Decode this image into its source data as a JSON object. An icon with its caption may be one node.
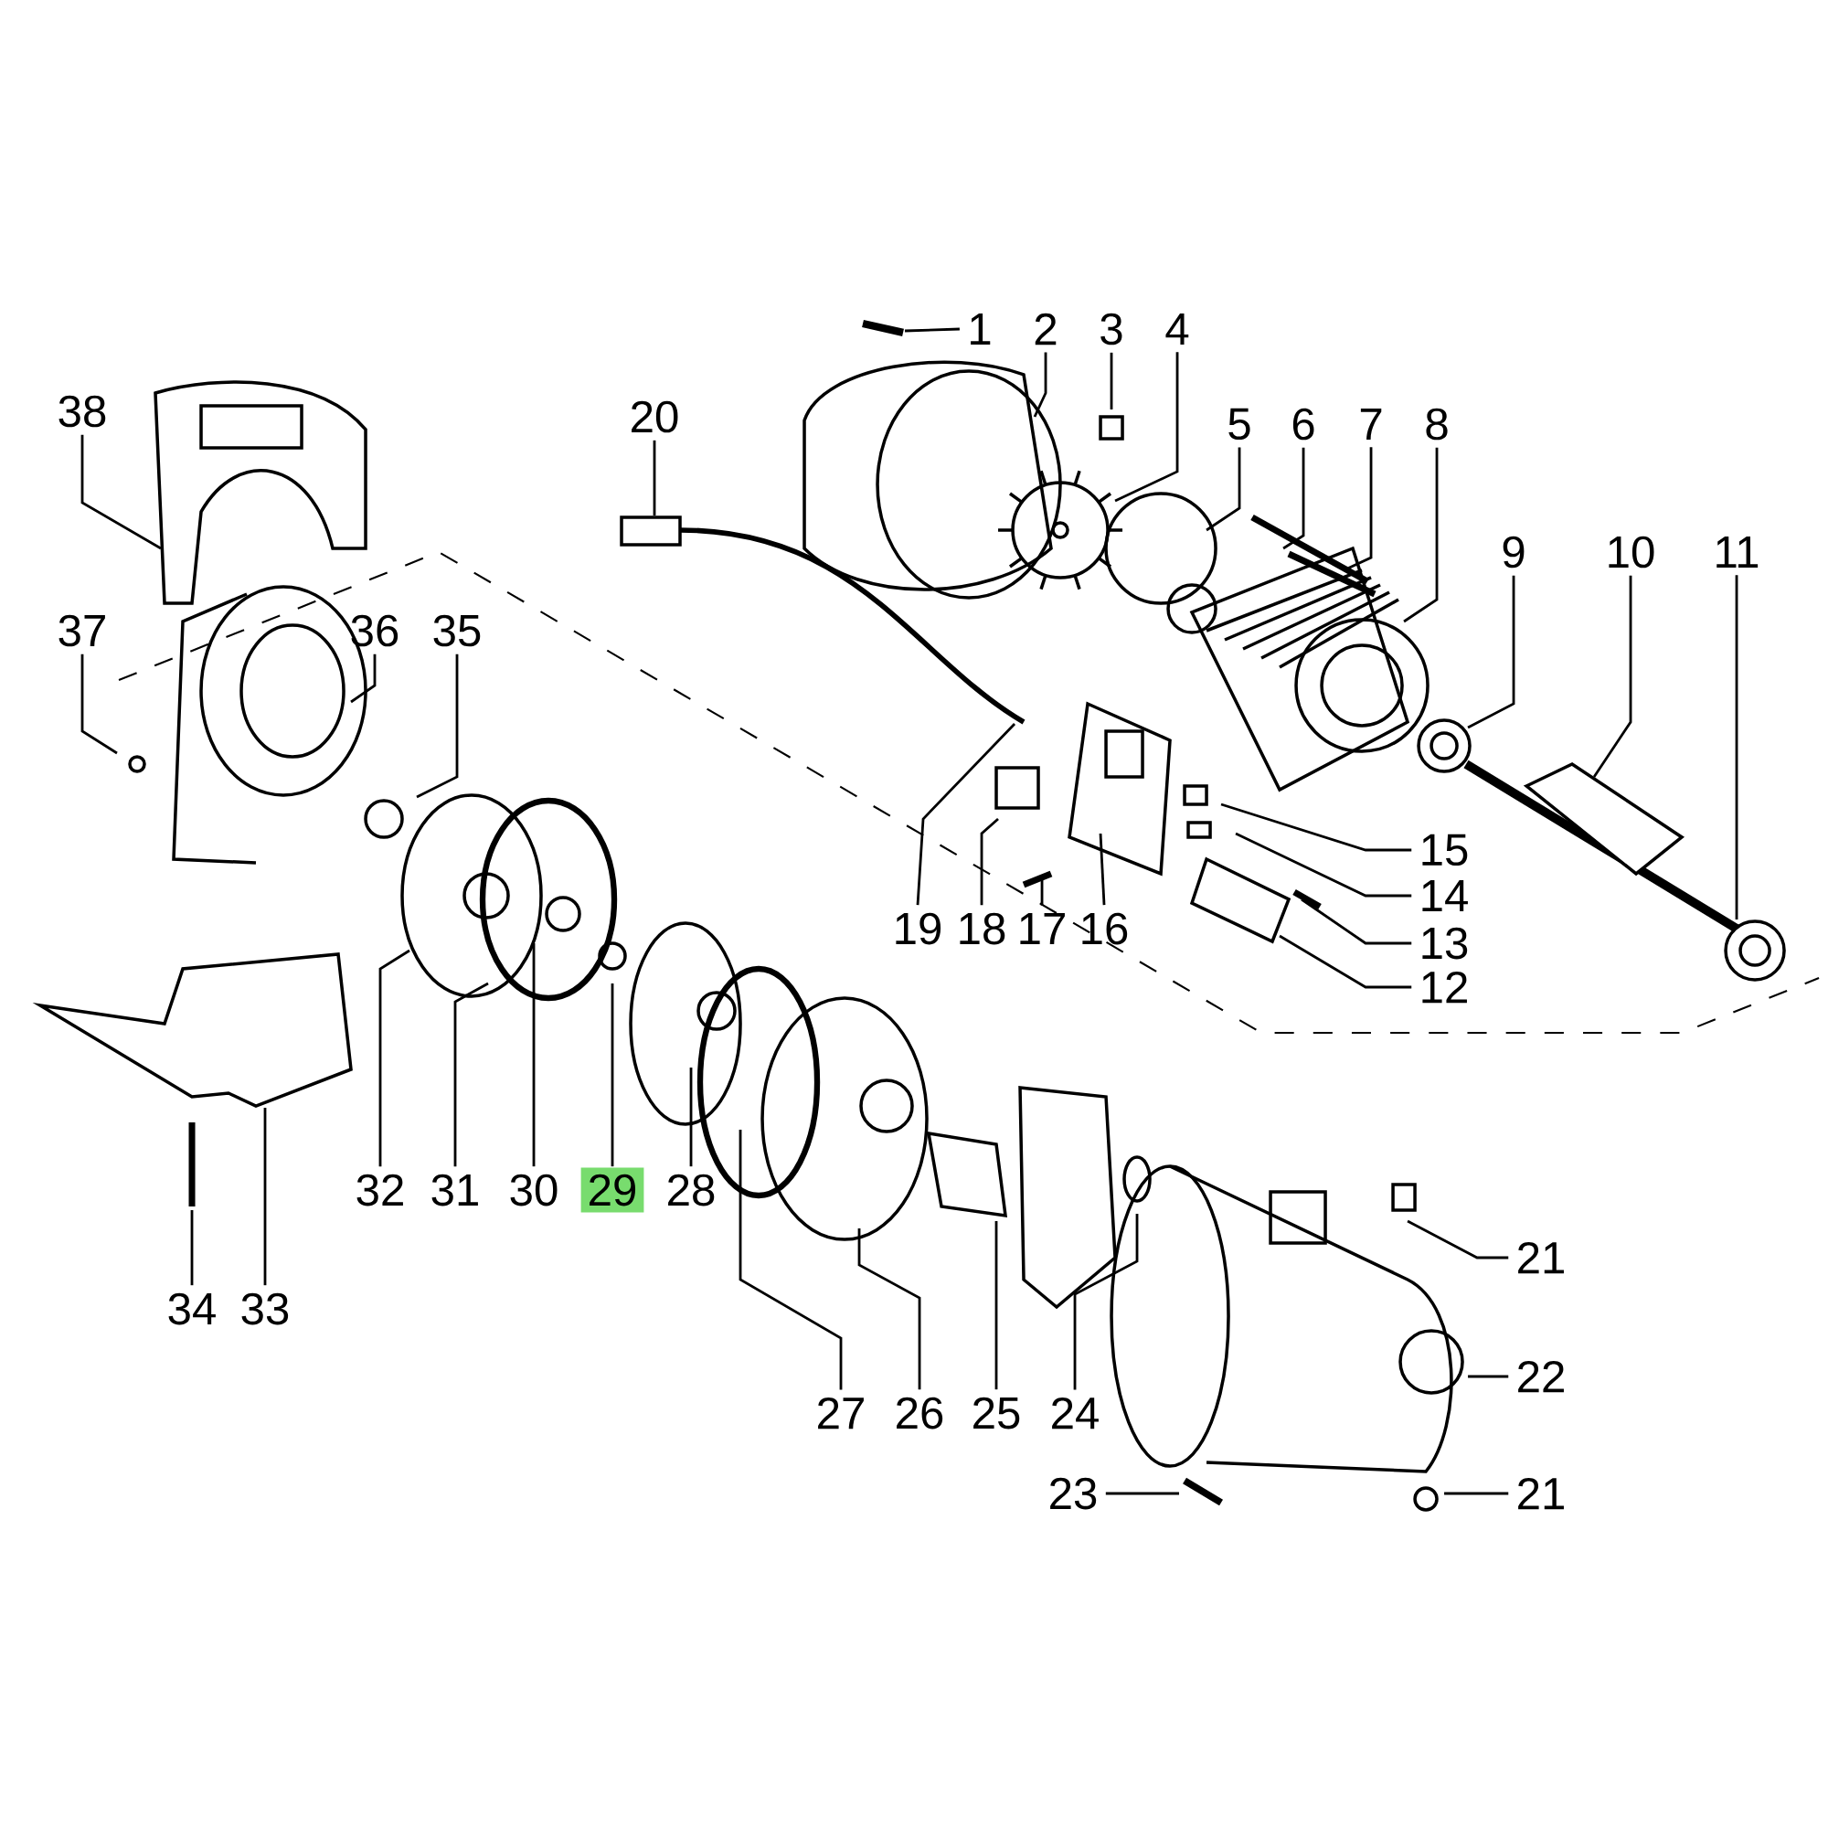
{
  "diagram": {
    "nodes": [
      {
        "text": [
          "1"
        ]
      },
      {
        "text": [
          "2"
        ]
      },
      {
        "text": [
          "3"
        ]
      },
      {
        "text": [
          "4"
        ]
      },
      {
        "text": [
          "38"
        ]
      },
      {
        "text": [
          "20"
        ]
      },
      {
        "text": [
          "5"
        ]
      },
      {
        "text": [
          "6"
        ]
      },
      {
        "text": [
          "7"
        ]
      },
      {
        "text": [
          "8"
        ]
      },
      {
        "text": [
          "9"
        ]
      },
      {
        "text": [
          "10"
        ]
      },
      {
        "text": [
          "11"
        ]
      },
      {
        "text": [
          "37"
        ]
      },
      {
        "text": [
          "36"
        ]
      },
      {
        "text": [
          "35"
        ]
      },
      {
        "text": [
          "15"
        ]
      },
      {
        "text": [
          "14"
        ]
      },
      {
        "text": [
          "19"
        ]
      },
      {
        "text": [
          "18"
        ]
      },
      {
        "text": [
          "17"
        ]
      },
      {
        "text": [
          "16"
        ]
      },
      {
        "text": [
          "13"
        ]
      },
      {
        "text": [
          "12"
        ]
      },
      {
        "text": [
          "32"
        ]
      },
      {
        "text": [
          "31"
        ]
      },
      {
        "text": [
          "30"
        ]
      },
      {
        "text": [
          "29"
        ]
      },
      {
        "text": [
          "28"
        ]
      },
      {
        "text": [
          "21"
        ]
      },
      {
        "text": [
          "34"
        ]
      },
      {
        "text": [
          "33"
        ]
      },
      {
        "text": [
          "22"
        ]
      },
      {
        "text": [
          "27"
        ]
      },
      {
        "text": [
          "26"
        ]
      },
      {
        "text": [
          "25"
        ]
      },
      {
        "text": [
          "24"
        ]
      },
      {
        "text": [
          "23"
        ]
      },
      {
        "text": [
          "21"
        ]
      }
    ],
    "edges": [
      {
        "from": 0,
        "to": null,
        "arrow": "none"
      },
      {
        "from": 1,
        "to": null,
        "arrow": "none"
      },
      {
        "from": 2,
        "to": null,
        "arrow": "none"
      },
      {
        "from": 3,
        "to": null,
        "arrow": "none"
      },
      {
        "from": 4,
        "to": null,
        "arrow": "none"
      },
      {
        "from": 5,
        "to": null,
        "arrow": "none"
      },
      {
        "from": 6,
        "to": null,
        "arrow": "none"
      },
      {
        "from": 7,
        "to": null,
        "arrow": "none"
      },
      {
        "from": 8,
        "to": null,
        "arrow": "none"
      },
      {
        "from": 9,
        "to": null,
        "arrow": "none"
      },
      {
        "from": 10,
        "to": null,
        "arrow": "none"
      },
      {
        "from": 11,
        "to": null,
        "arrow": "none"
      },
      {
        "from": 12,
        "to": null,
        "arrow": "none"
      },
      {
        "from": 13,
        "to": null,
        "arrow": "none"
      },
      {
        "from": 14,
        "to": null,
        "arrow": "none"
      },
      {
        "from": 15,
        "to": null,
        "arrow": "none"
      },
      {
        "from": 16,
        "to": null,
        "arrow": "none"
      },
      {
        "from": 17,
        "to": null,
        "arrow": "none"
      },
      {
        "from": 18,
        "to": null,
        "arrow": "none"
      },
      {
        "from": 19,
        "to": null,
        "arrow": "none"
      },
      {
        "from": 20,
        "to": null,
        "arrow": "none"
      },
      {
        "from": 21,
        "to": null,
        "arrow": "none"
      },
      {
        "from": 22,
        "to": null,
        "arrow": "none"
      },
      {
        "from": 23,
        "to": null,
        "arrow": "none"
      },
      {
        "from": 24,
        "to": null,
        "arrow": "none"
      },
      {
        "from": 25,
        "to": null,
        "arrow": "none"
      },
      {
        "from": 26,
        "to": null,
        "arrow": "none"
      },
      {
        "from": 27,
        "to": null,
        "arrow": "none"
      },
      {
        "from": 28,
        "to": null,
        "arrow": "none"
      },
      {
        "from": 29,
        "to": null,
        "arrow": "none"
      },
      {
        "from": 30,
        "to": null,
        "arrow": "none"
      },
      {
        "from": 31,
        "to": null,
        "arrow": "none"
      },
      {
        "from": 32,
        "to": null,
        "arrow": "none"
      },
      {
        "from": 33,
        "to": null,
        "arrow": "none"
      },
      {
        "from": 34,
        "to": null,
        "arrow": "none"
      },
      {
        "from": 35,
        "to": null,
        "arrow": "none"
      },
      {
        "from": 36,
        "to": null,
        "arrow": "none"
      },
      {
        "from": 37,
        "to": null,
        "arrow": "none"
      },
      {
        "from": 38,
        "to": null,
        "arrow": "none"
      }
    ]
  }
}
